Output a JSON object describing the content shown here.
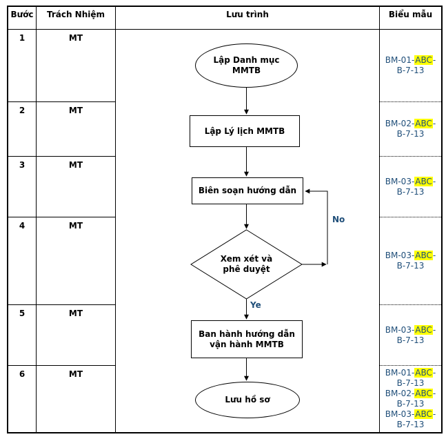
{
  "table": {
    "headers": [
      "Bước",
      "Trách Nhiệm",
      "Lưu trình",
      "Biểu mẫu"
    ],
    "rows": [
      {
        "step": "1",
        "responsibility": "MT",
        "forms": [
          "BM-01-ABC-B-7-13"
        ]
      },
      {
        "step": "2",
        "responsibility": "MT",
        "forms": [
          "BM-02-ABC-B-7-13"
        ]
      },
      {
        "step": "3",
        "responsibility": "MT",
        "forms": [
          "BM-03-ABC-B-7-13"
        ]
      },
      {
        "step": "4",
        "responsibility": "MT",
        "forms": [
          "BM-03-ABC-B-7-13"
        ]
      },
      {
        "step": "5",
        "responsibility": "MT",
        "forms": [
          "BM-03-ABC-B-7-13"
        ]
      },
      {
        "step": "6",
        "responsibility": "MT",
        "forms": [
          "BM-01-ABC-B-7-13",
          "BM-02-ABC-B-7-13",
          "BM-03-ABC-B-7-13"
        ]
      }
    ],
    "form_highlight": "ABC"
  },
  "flowchart": {
    "nodes": [
      {
        "id": "start",
        "shape": "ellipse",
        "label": "Lập Danh mục\nMMTB"
      },
      {
        "id": "create-record",
        "shape": "rect",
        "label": "Lập Lý lịch MMTB"
      },
      {
        "id": "draft-guide",
        "shape": "rect",
        "label": "Biên soạn hướng dẫn"
      },
      {
        "id": "review-approve",
        "shape": "diamond",
        "label": "Xem xét và\nphê duyệt"
      },
      {
        "id": "issue-guide",
        "shape": "rect",
        "label": "Ban hành hướng dẫn\nvận hành MMTB"
      },
      {
        "id": "archive",
        "shape": "ellipse",
        "label": "Lưu hồ sơ"
      }
    ],
    "edge_labels": {
      "no": "No",
      "yes": "Ye"
    }
  },
  "colors": {
    "form_text": "#1F4E79",
    "highlight": "#FFFF00",
    "edge_label": "#1F4E79",
    "line": "#000000"
  }
}
